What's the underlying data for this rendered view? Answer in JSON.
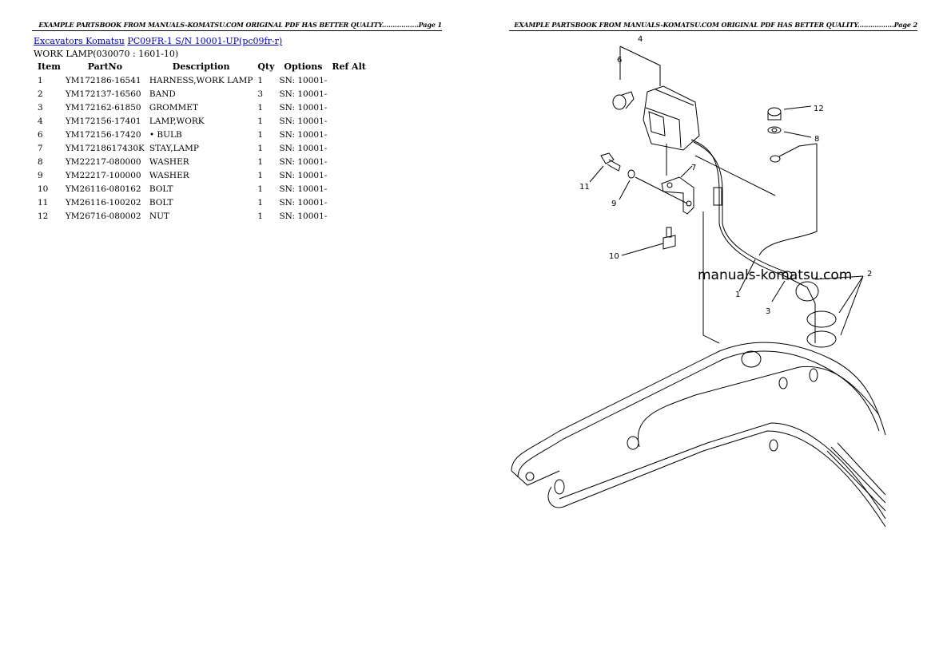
{
  "pages": [
    {
      "header": "EXAMPLE PARTSBOOK FROM MANUALS-KOMATSU.COM ORIGINAL PDF HAS BETTER QUALITY.................Page 1"
    },
    {
      "header": "EXAMPLE PARTSBOOK FROM MANUALS-KOMATSU.COM ORIGINAL PDF HAS BETTER QUALITY.................Page 2"
    }
  ],
  "breadcrumb": {
    "links": [
      "Excavators Komatsu",
      "PC09FR-1 S/N 10001-UP(pc09fr-r)"
    ]
  },
  "section_title": "WORK LAMP(030070 : 1601-10)",
  "table": {
    "headers": [
      "Item",
      "PartNo",
      "Description",
      "Qty",
      "Options",
      "Ref Alt"
    ],
    "rows": [
      {
        "item": "1",
        "part": "YM172186-16541",
        "desc": "HARNESS,WORK LAMP",
        "qty": "1",
        "options": "SN: 10001-",
        "ref": ""
      },
      {
        "item": "2",
        "part": "YM172137-16560",
        "desc": "BAND",
        "qty": "3",
        "options": "SN: 10001-",
        "ref": ""
      },
      {
        "item": "3",
        "part": "YM172162-61850",
        "desc": "GROMMET",
        "qty": "1",
        "options": "SN: 10001-",
        "ref": ""
      },
      {
        "item": "4",
        "part": "YM172156-17401",
        "desc": "LAMP,WORK",
        "qty": "1",
        "options": "SN: 10001-",
        "ref": ""
      },
      {
        "item": "6",
        "part": "YM172156-17420",
        "desc": "• BULB",
        "qty": "1",
        "options": "SN: 10001-",
        "ref": ""
      },
      {
        "item": "7",
        "part": "YM17218617430K",
        "desc": "STAY,LAMP",
        "qty": "1",
        "options": "SN: 10001-",
        "ref": ""
      },
      {
        "item": "8",
        "part": "YM22217-080000",
        "desc": "WASHER",
        "qty": "1",
        "options": "SN: 10001-",
        "ref": ""
      },
      {
        "item": "9",
        "part": "YM22217-100000",
        "desc": "WASHER",
        "qty": "1",
        "options": "SN: 10001-",
        "ref": ""
      },
      {
        "item": "10",
        "part": "YM26116-080162",
        "desc": "BOLT",
        "qty": "1",
        "options": "SN: 10001-",
        "ref": ""
      },
      {
        "item": "11",
        "part": "YM26116-100202",
        "desc": "BOLT",
        "qty": "1",
        "options": "SN: 10001-",
        "ref": ""
      },
      {
        "item": "12",
        "part": "YM26716-080002",
        "desc": "NUT",
        "qty": "1",
        "options": "SN: 10001-",
        "ref": ""
      }
    ]
  },
  "diagram": {
    "watermark": "manuals-komatsu.com",
    "callouts": [
      "4",
      "6",
      "12",
      "8",
      "7",
      "11",
      "9",
      "10",
      "1",
      "3",
      "2"
    ]
  },
  "colors": {
    "link": "#0000cc",
    "text": "#000000"
  }
}
